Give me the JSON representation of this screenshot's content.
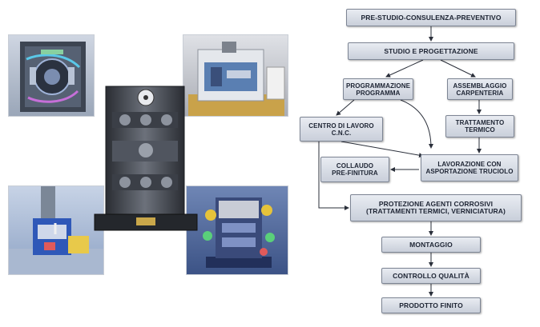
{
  "flowchart": {
    "steps": {
      "pre_studio": "PRE-STUDIO-CONSULENZA-PREVENTIVO",
      "studio": "STUDIO E PROGETTAZIONE",
      "programmazione": "PROGRAMMAZIONE\nPROGRAMMA",
      "assemblaggio": "ASSEMBLAGGIO\nCARPENTERIA",
      "centro_lavoro": "CENTRO DI LAVORO\nC.N.C.",
      "trattamento": "TRATTAMENTO\nTERMICO",
      "collaudo": "COLLAUDO\nPRE-FINITURA",
      "lavorazione": "LAVORAZIONE CON\nASPORTAZIONE TRUCIOLO",
      "protezione": "PROTEZIONE AGENTI CORROSIVI\n(TRATTAMENTI TERMICI, VERNICIATURA)",
      "montaggio": "MONTAGGIO",
      "controllo": "CONTROLLO QUALITÀ",
      "prodotto": "PRODOTTO FINITO"
    }
  },
  "images": {
    "top_left": "cad-fixture-render",
    "top_right": "machine-enclosure-render",
    "center": "fixture-photo",
    "bottom_left": "machining-station-render",
    "bottom_right": "tombstone-fixture-render"
  },
  "colors": {
    "box_fill_top": "#e9ecf2",
    "box_fill_bottom": "#c9cfda",
    "box_border": "#7d8594",
    "text": "#1d2433",
    "arrow": "#2a2f3a"
  }
}
